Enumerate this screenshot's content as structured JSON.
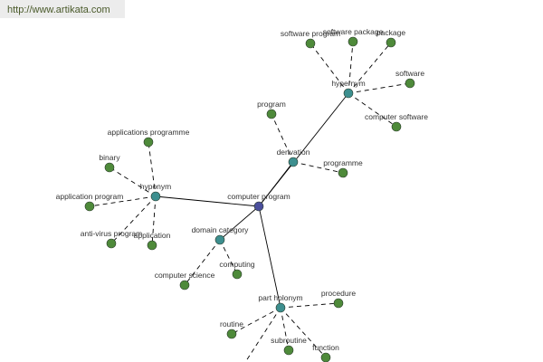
{
  "url": "http://www.artikata.com",
  "colors": {
    "center": "#4b4f9c",
    "hub": "#3d8f8f",
    "leaf": "#4e8a3a",
    "edge": "#000000"
  },
  "graph": {
    "center": {
      "id": "c",
      "label": "computer program"
    },
    "hubs": [
      {
        "id": "hyper",
        "label": "hypernym",
        "leaves": [
          "software program",
          "software package",
          "package",
          "software",
          "computer software"
        ]
      },
      {
        "id": "deriv",
        "label": "derivation",
        "leaves": [
          "program",
          "programme"
        ]
      },
      {
        "id": "hypo",
        "label": "hyponym",
        "leaves": [
          "applications programme",
          "binary",
          "application program",
          "anti-virus program",
          "application"
        ]
      },
      {
        "id": "dom",
        "label": "domain category",
        "leaves": [
          "computer science",
          "computing"
        ]
      },
      {
        "id": "part",
        "label": "part holonym",
        "leaves": [
          "procedure",
          "routine",
          "subroutine",
          "function",
          ""
        ]
      }
    ]
  }
}
